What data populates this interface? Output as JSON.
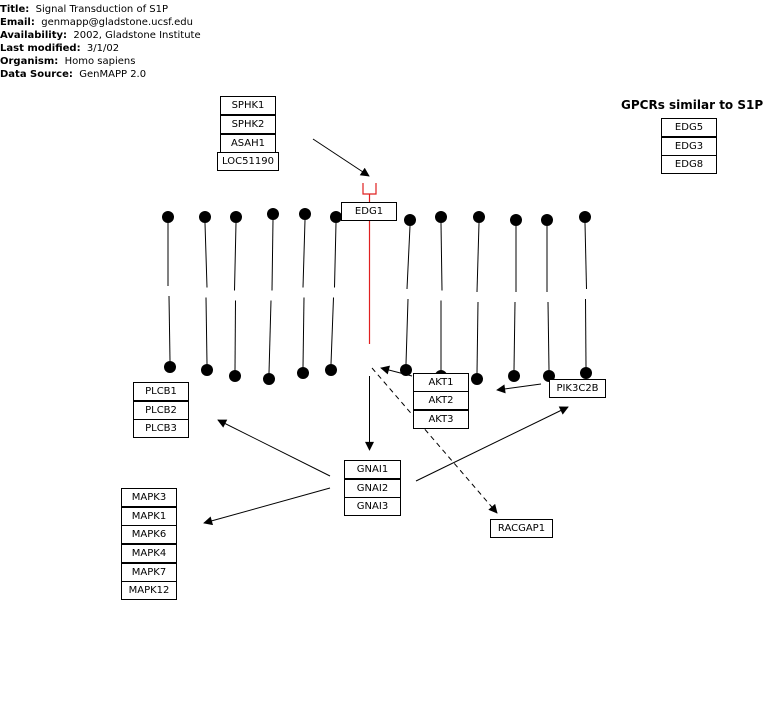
{
  "info": {
    "title_label": "Title:",
    "title": "Signal Transduction of S1P",
    "email_label": "Email:",
    "email": "genmapp@gladstone.ucsf.edu",
    "availability_label": "Availability:",
    "availability": "2002, Gladstone Institute",
    "modified_label": "Last modified:",
    "modified": "3/1/02",
    "organism_label": "Organism:",
    "organism": "Homo sapiens",
    "source_label": "Data Source:",
    "source": "GenMAPP 2.0"
  },
  "gpcr_heading": "GPCRs similar to S1P",
  "genes": {
    "sphk1": "SPHK1",
    "sphk2": "SPHK2",
    "asah1": "ASAH1",
    "loc51190": "LOC51190",
    "edg1": "EDG1",
    "edg5": "EDG5",
    "edg3": "EDG3",
    "edg8": "EDG8",
    "plcb1": "PLCB1",
    "plcb2": "PLCB2",
    "plcb3": "PLCB3",
    "akt1": "AKT1",
    "akt2": "AKT2",
    "akt3": "AKT3",
    "pik3c2b": "PIK3C2B",
    "gnai1": "GNAI1",
    "gnai2": "GNAI2",
    "gnai3": "GNAI3",
    "racgap1": "RACGAP1",
    "mapk3": "MAPK3",
    "mapk1": "MAPK1",
    "mapk6": "MAPK6",
    "mapk4": "MAPK4",
    "mapk7": "MAPK7",
    "mapk12": "MAPK12"
  },
  "colors": {
    "receptor": "#e02020",
    "line": "#000000"
  }
}
